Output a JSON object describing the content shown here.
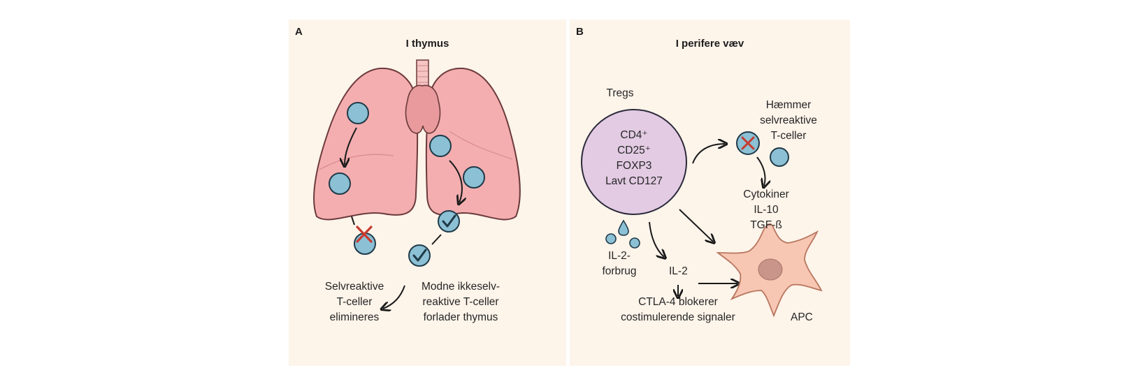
{
  "panel_a": {
    "letter": "A",
    "title": "I thymus",
    "label_eliminated": [
      "Selvreaktive",
      "T-celler",
      "elimineres"
    ],
    "label_mature": [
      "Modne ikkeselv-",
      "reaktive T-celler",
      "forlader thymus"
    ]
  },
  "panel_b": {
    "letter": "B",
    "title": "I perifere væv",
    "tregs_label": "Tregs",
    "treg_markers": [
      "CD4⁺",
      "CD25⁺",
      "FOXP3",
      "Lavt CD127"
    ],
    "inhibits_label": [
      "Hæmmer",
      "selvreaktive",
      "T-celler"
    ],
    "cytokines_label": [
      "Cytokiner",
      "IL-10",
      "TGF-ß"
    ],
    "il2_consumption_label": [
      "IL-2-",
      "forbrug"
    ],
    "il2_label": "IL-2",
    "ctla4_label": [
      "CTLA-4 blokerer",
      "costimulerende signaler"
    ],
    "apc_label": "APC"
  },
  "icons": [
    "lungs-icon",
    "thymus-icon",
    "t-cell-icon",
    "red-x-icon",
    "checkmark-icon",
    "apc-cell-icon",
    "il2-droplet-icon"
  ],
  "colors": {
    "panel_bg": "#fdf4ea",
    "lung_fill": "#f4aeb0",
    "lung_stroke": "#6b3a3a",
    "thymus_fill": "#e89a9c",
    "cell_fill": "#8cc0d4",
    "cell_stroke": "#1f3a48",
    "treg_fill": "#e3cbe3",
    "apc_fill": "#f7c7b3",
    "apc_nucleus": "#c9948a",
    "x_red": "#c63b2f",
    "check_dark": "#1f3a48"
  }
}
